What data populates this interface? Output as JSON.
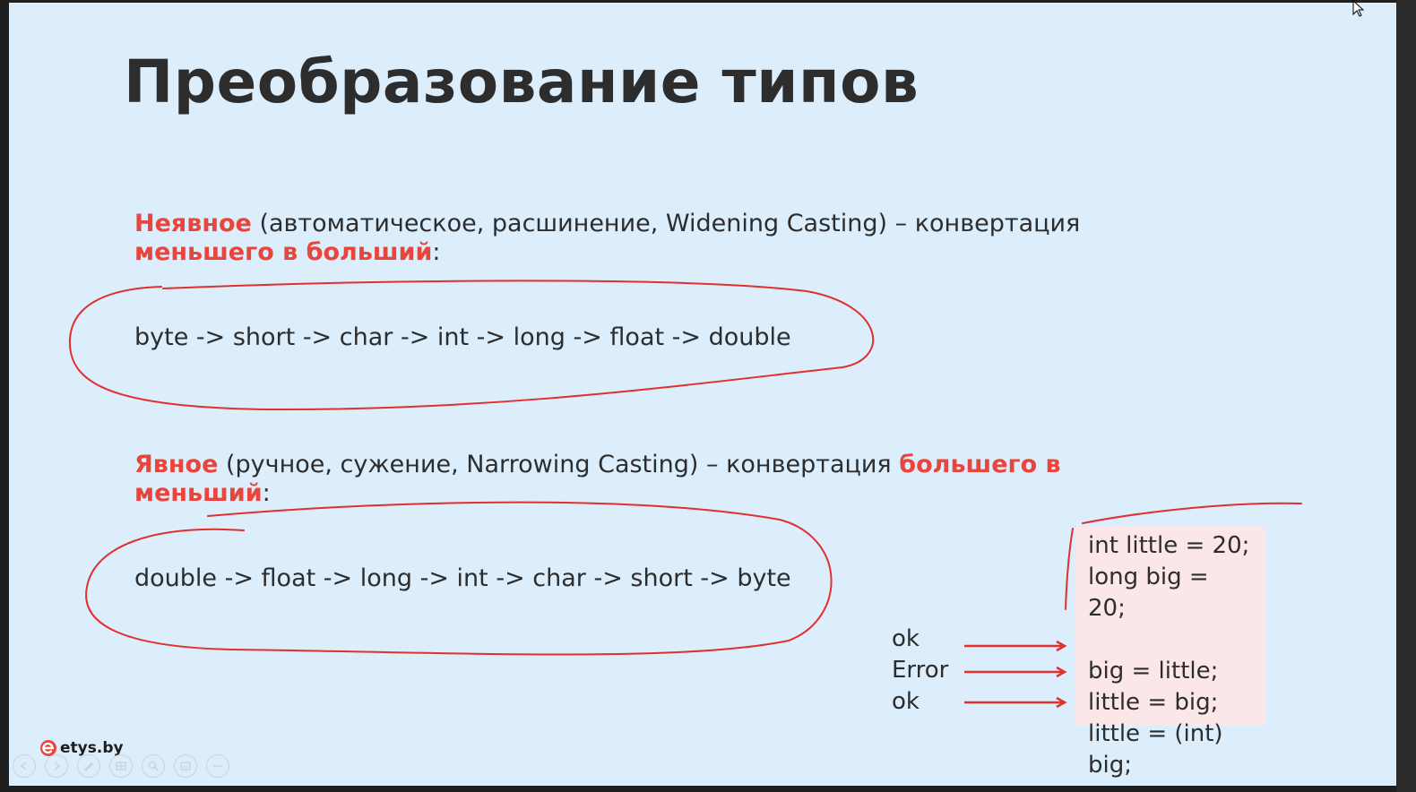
{
  "slide": {
    "title": "Преобразование типов",
    "implicit": {
      "keyword": "Неявное",
      "description": " (автоматическое, расшинение, Widening Casting) – конвертация ",
      "emphasis": "меньшего в больший",
      "colon": ":"
    },
    "implicit_chain": "byte -> short -> char -> int -> long -> float -> double",
    "explicit": {
      "keyword": "Явное",
      "description": " (ручное, сужение, Narrowing Casting) – конвертация ",
      "emphasis": "большего в меньший",
      "colon": ":"
    },
    "explicit_chain": "double -> float -> long -> int -> char -> short -> byte",
    "code_lines": [
      "int little = 20;",
      "long big =",
      "20;",
      "",
      "big = little;",
      "little = big;",
      "little = (int)",
      "big;"
    ],
    "results": [
      "ok",
      "Error",
      "ok"
    ],
    "logo_text": "etys.by"
  },
  "colors": {
    "accent_red": "#e8453c",
    "slide_background": "#dcedfb",
    "code_background": "#fbe7e7",
    "text": "#2d2d2d"
  },
  "icons": {
    "presenter_controls": [
      "prev-icon",
      "next-icon",
      "pen-icon",
      "slides-icon",
      "zoom-icon",
      "subtitles-icon",
      "more-icon"
    ],
    "cursor": "cursor-icon"
  }
}
